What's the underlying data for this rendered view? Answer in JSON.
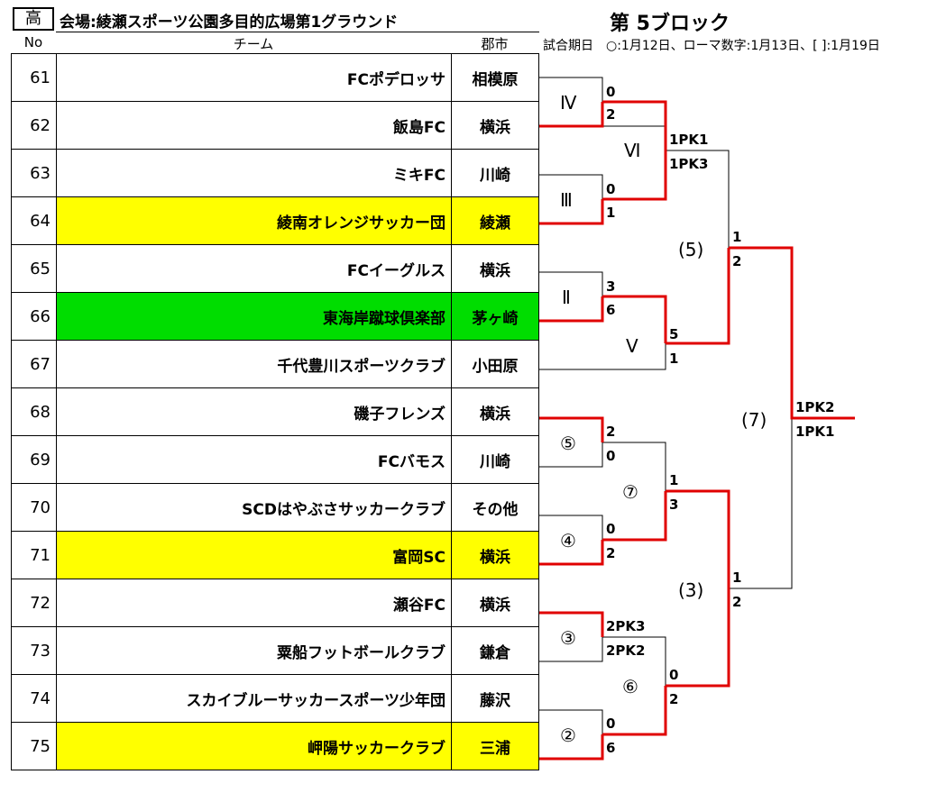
{
  "header": {
    "category": "高",
    "venue": "会場:綾瀬スポーツ公園多目的広場第1グラウンド",
    "block_title": "第 5ブロック",
    "legend": "試合期日　○:1月12日、ローマ数字:1月13日、[ ]:1月19日"
  },
  "columns": {
    "no": "No",
    "team": "チーム",
    "city": "郡市"
  },
  "teams": [
    {
      "no": "61",
      "name": "FCポデロッサ",
      "city": "相模原",
      "highlight": ""
    },
    {
      "no": "62",
      "name": "飯島FC",
      "city": "横浜",
      "highlight": ""
    },
    {
      "no": "63",
      "name": "ミキFC",
      "city": "川崎",
      "highlight": ""
    },
    {
      "no": "64",
      "name": "綾南オレンジサッカー団",
      "city": "綾瀬",
      "highlight": "yellow"
    },
    {
      "no": "65",
      "name": "FCイーグルス",
      "city": "横浜",
      "highlight": ""
    },
    {
      "no": "66",
      "name": "東海岸蹴球倶楽部",
      "city": "茅ヶ崎",
      "highlight": "green"
    },
    {
      "no": "67",
      "name": "千代豊川スポーツクラブ",
      "city": "小田原",
      "highlight": ""
    },
    {
      "no": "68",
      "name": "磯子フレンズ",
      "city": "横浜",
      "highlight": ""
    },
    {
      "no": "69",
      "name": "FCバモス",
      "city": "川崎",
      "highlight": ""
    },
    {
      "no": "70",
      "name": "SCDはやぶさサッカークラブ",
      "city": "その他",
      "highlight": ""
    },
    {
      "no": "71",
      "name": "富岡SC",
      "city": "横浜",
      "highlight": "yellow"
    },
    {
      "no": "72",
      "name": "瀬谷FC",
      "city": "横浜",
      "highlight": ""
    },
    {
      "no": "73",
      "name": "粟船フットボールクラブ",
      "city": "鎌倉",
      "highlight": ""
    },
    {
      "no": "74",
      "name": "スカイブルーサッカースポーツ少年団",
      "city": "藤沢",
      "highlight": ""
    },
    {
      "no": "75",
      "name": "岬陽サッカークラブ",
      "city": "三浦",
      "highlight": "yellow"
    }
  ],
  "bracket": {
    "match_labels": {
      "m4_roman": "Ⅳ",
      "m3_roman": "Ⅲ",
      "m2_roman": "Ⅱ",
      "m6_roman": "Ⅵ",
      "m5_roman": "Ⅴ",
      "m5_circle": "⑤",
      "m4_circle": "④",
      "m3_circle": "③",
      "m2_circle": "②",
      "m7_circle": "⑦",
      "m6_circle": "⑥",
      "sf_top": "(5)",
      "sf_bot": "(3)",
      "final": "(7)"
    },
    "scores": {
      "m4_a": "0",
      "m4_b": "2",
      "m3_a": "0",
      "m3_b": "1",
      "m2_a": "3",
      "m2_b": "6",
      "m6_a": "1PK1",
      "m6_b": "1PK3",
      "m5_a": "5",
      "m5_b": "1",
      "sft_a": "1",
      "sft_b": "2",
      "c5_a": "2",
      "c5_b": "0",
      "c4_a": "0",
      "c4_b": "2",
      "c3_a": "2PK3",
      "c3_b": "2PK2",
      "c2_a": "0",
      "c2_b": "6",
      "c7_a": "1",
      "c7_b": "3",
      "c6_a": "0",
      "c6_b": "2",
      "sfb_a": "1",
      "sfb_b": "2",
      "fin_a": "1PK2",
      "fin_b": "1PK1"
    },
    "colors": {
      "winner_line": "#e00000",
      "normal_line": "#000000"
    }
  }
}
